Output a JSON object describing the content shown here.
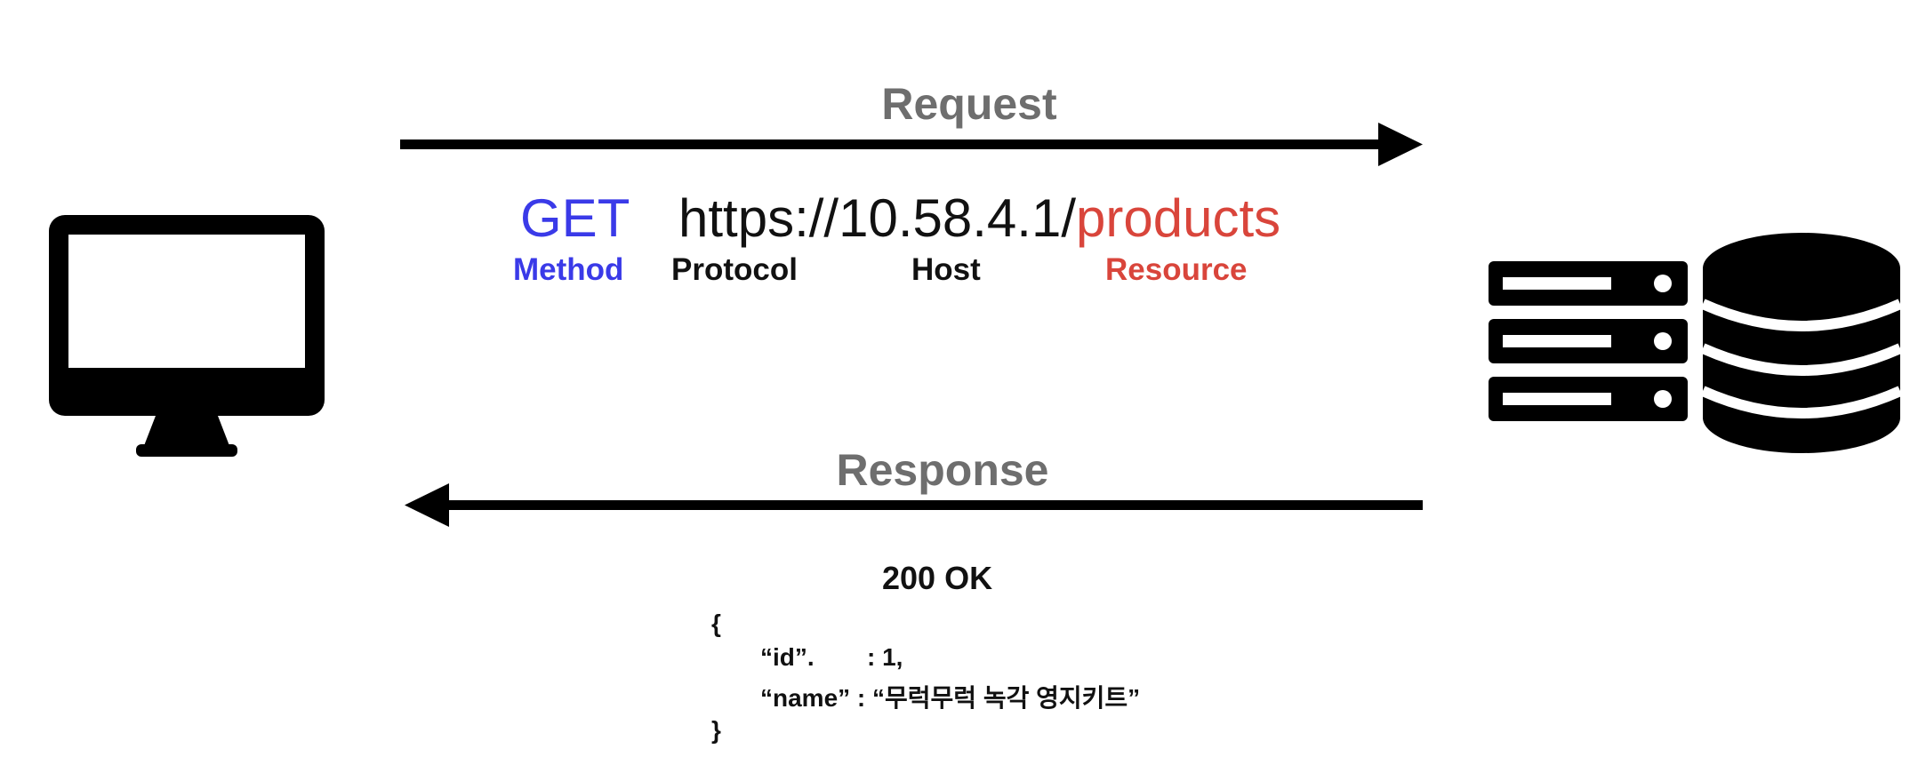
{
  "request": {
    "label": "Request",
    "method": "GET",
    "protocol_host": "https://10.58.4.1/",
    "resource": "products",
    "labels": {
      "method": "Method",
      "protocol": "Protocol",
      "host": "Host",
      "resource": "Resource"
    }
  },
  "response": {
    "label": "Response",
    "status": "200 OK",
    "body": {
      "open": "{",
      "line_id_key": "“id”.",
      "line_id_value": ": 1,",
      "line_name": "“name” : “무럭무럭 녹각 영지키트”",
      "close": "}"
    }
  },
  "icons": {
    "client": "desktop-monitor-icon",
    "server": "server-rack-icon",
    "database": "database-icon"
  },
  "colors": {
    "method": "#3a3ae8",
    "resource": "#d9453b",
    "arrow_label": "#6e6e6e",
    "icon": "#000000"
  }
}
